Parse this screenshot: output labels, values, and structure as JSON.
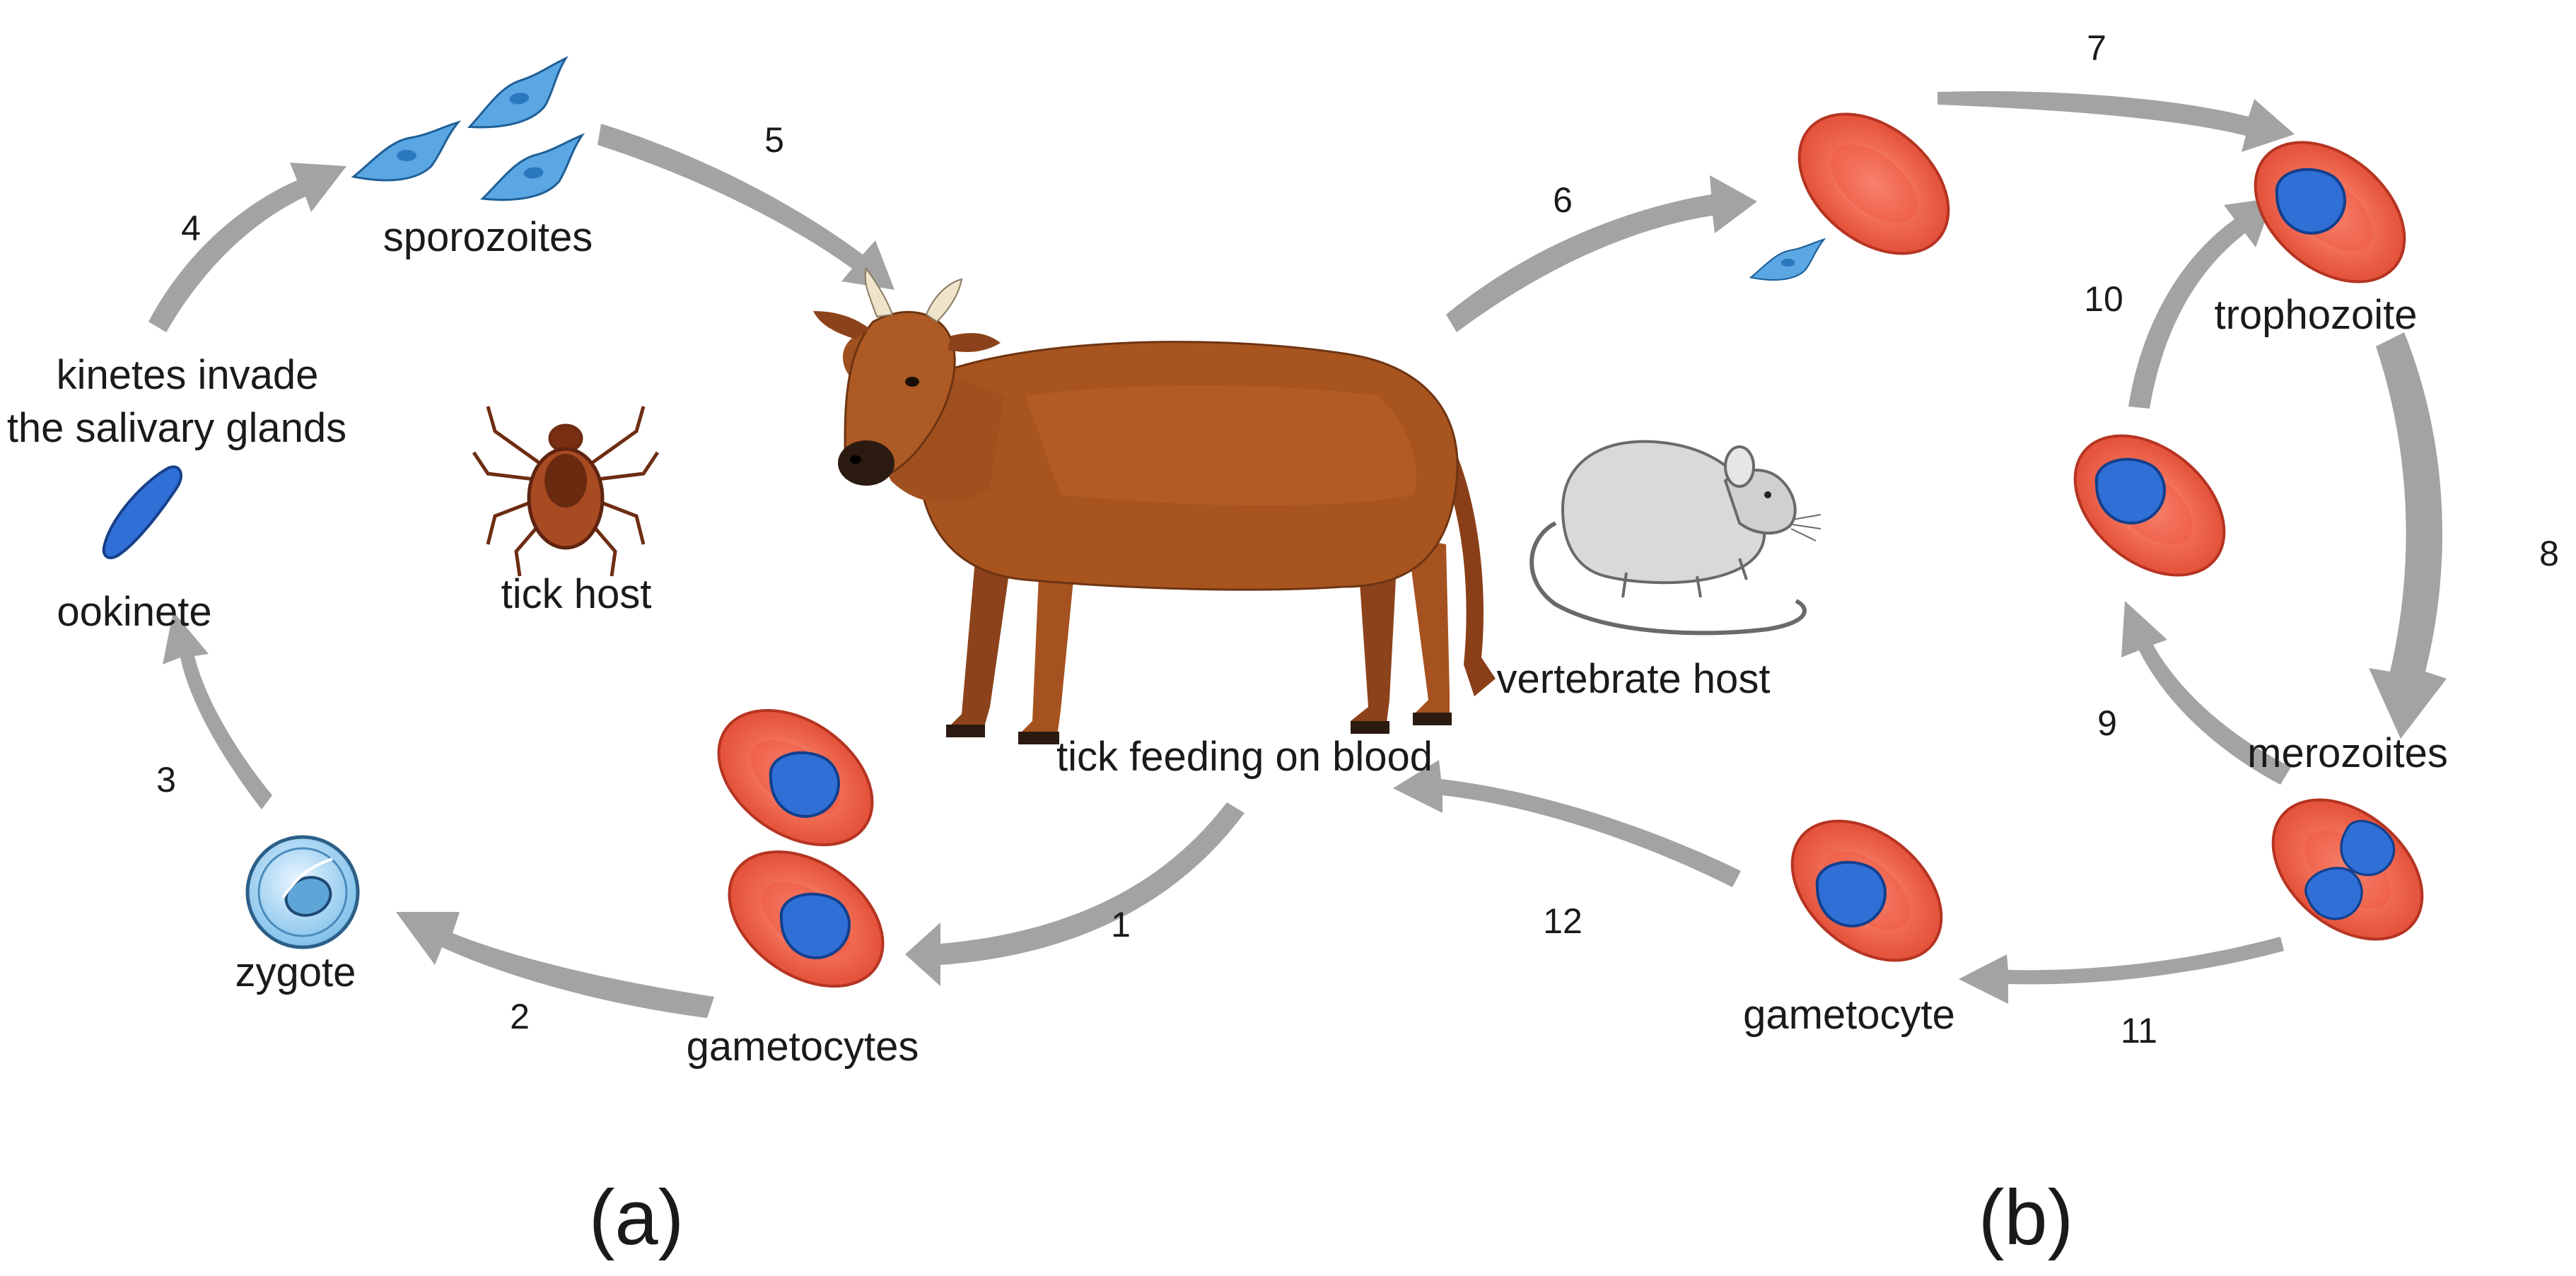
{
  "labels": {
    "sporozoites": "sporozoites",
    "kinetes_line1": "kinetes invade",
    "kinetes_line2": "the salivary glands",
    "ookinete": "ookinete",
    "tick_host": "tick host",
    "zygote": "zygote",
    "gametocytes": "gametocytes",
    "tick_feeding": "tick feeding on blood",
    "vertebrate_host": "vertebrate host",
    "trophozoite": "trophozoite",
    "merozoites": "merozoites",
    "gametocyte": "gametocyte"
  },
  "steps": {
    "s1": "1",
    "s2": "2",
    "s3": "3",
    "s4": "4",
    "s5": "5",
    "s6": "6",
    "s7": "7",
    "s8": "8",
    "s9": "9",
    "s10": "10",
    "s11": "11",
    "s12": "12"
  },
  "panels": {
    "a": "(a)",
    "b": "(b)"
  },
  "colors": {
    "rbc": "#f0614a",
    "rbc_light": "#f6a08f",
    "parasite": "#2f6fd6",
    "sporozoite": "#4f9ee0",
    "arrow": "#9e9e9e",
    "cow": "#a55220",
    "cow_dark": "#6e3412"
  }
}
